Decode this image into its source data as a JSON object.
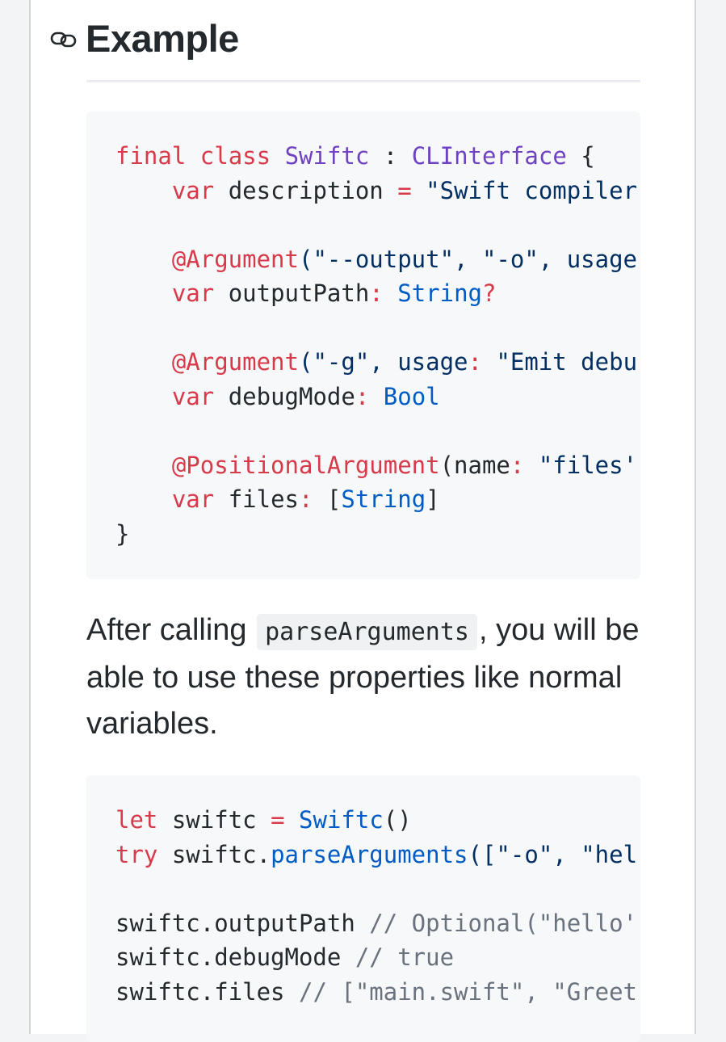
{
  "heading": {
    "title": "Example",
    "anchor_icon": "link-icon"
  },
  "code_block_1": {
    "lines": [
      [
        {
          "t": "final",
          "c": "kw"
        },
        {
          "t": " ",
          "c": "plain"
        },
        {
          "t": "class",
          "c": "kw"
        },
        {
          "t": " ",
          "c": "plain"
        },
        {
          "t": "Swiftc",
          "c": "ty"
        },
        {
          "t": " : ",
          "c": "plain"
        },
        {
          "t": "CLInterface",
          "c": "ty"
        },
        {
          "t": " {",
          "c": "plain"
        }
      ],
      [
        {
          "t": "    ",
          "c": "plain"
        },
        {
          "t": "var",
          "c": "kw"
        },
        {
          "t": " description ",
          "c": "plain"
        },
        {
          "t": "=",
          "c": "op"
        },
        {
          "t": " \"Swift compiler",
          "c": "str"
        }
      ],
      [],
      [
        {
          "t": "    ",
          "c": "plain"
        },
        {
          "t": "@Argument",
          "c": "kw"
        },
        {
          "t": "(\"--output\", \"-o\", usage",
          "c": "str"
        }
      ],
      [
        {
          "t": "    ",
          "c": "plain"
        },
        {
          "t": "var",
          "c": "kw"
        },
        {
          "t": " outputPath",
          "c": "plain"
        },
        {
          "t": ":",
          "c": "op"
        },
        {
          "t": " ",
          "c": "plain"
        },
        {
          "t": "String",
          "c": "ty2"
        },
        {
          "t": "?",
          "c": "op"
        }
      ],
      [],
      [
        {
          "t": "    ",
          "c": "plain"
        },
        {
          "t": "@Argument",
          "c": "kw"
        },
        {
          "t": "(\"-g\", usage",
          "c": "str"
        },
        {
          "t": ":",
          "c": "op"
        },
        {
          "t": " \"Emit debu",
          "c": "str"
        }
      ],
      [
        {
          "t": "    ",
          "c": "plain"
        },
        {
          "t": "var",
          "c": "kw"
        },
        {
          "t": " debugMode",
          "c": "plain"
        },
        {
          "t": ":",
          "c": "op"
        },
        {
          "t": " ",
          "c": "plain"
        },
        {
          "t": "Bool",
          "c": "ty2"
        }
      ],
      [],
      [
        {
          "t": "    ",
          "c": "plain"
        },
        {
          "t": "@PositionalArgument",
          "c": "kw"
        },
        {
          "t": "(name",
          "c": "plain"
        },
        {
          "t": ":",
          "c": "op"
        },
        {
          "t": " \"files'",
          "c": "str"
        }
      ],
      [
        {
          "t": "    ",
          "c": "plain"
        },
        {
          "t": "var",
          "c": "kw"
        },
        {
          "t": " files",
          "c": "plain"
        },
        {
          "t": ":",
          "c": "op"
        },
        {
          "t": " [",
          "c": "plain"
        },
        {
          "t": "String",
          "c": "ty2"
        },
        {
          "t": "]",
          "c": "plain"
        }
      ],
      [
        {
          "t": "}",
          "c": "plain"
        }
      ]
    ]
  },
  "paragraph": {
    "before": "After calling ",
    "code": "parseArguments",
    "after": ", you will be able to use these properties like normal variables."
  },
  "code_block_2": {
    "lines": [
      [
        {
          "t": "let",
          "c": "kw"
        },
        {
          "t": " swiftc ",
          "c": "plain"
        },
        {
          "t": "=",
          "c": "op"
        },
        {
          "t": " ",
          "c": "plain"
        },
        {
          "t": "Swiftc",
          "c": "fn"
        },
        {
          "t": "()",
          "c": "plain"
        }
      ],
      [
        {
          "t": "try",
          "c": "kw"
        },
        {
          "t": " swiftc.",
          "c": "plain"
        },
        {
          "t": "parseArguments",
          "c": "fn"
        },
        {
          "t": "([\"-o\", \"hel",
          "c": "str"
        }
      ],
      [],
      [
        {
          "t": "swiftc.outputPath ",
          "c": "plain"
        },
        {
          "t": "// Optional(\"hello'",
          "c": "com"
        }
      ],
      [
        {
          "t": "swiftc.debugMode ",
          "c": "plain"
        },
        {
          "t": "// true",
          "c": "com"
        }
      ],
      [
        {
          "t": "swiftc.files ",
          "c": "plain"
        },
        {
          "t": "// [\"main.swift\", \"Greet",
          "c": "com"
        }
      ]
    ]
  },
  "colors": {
    "keyword": "#d73a49",
    "type": "#6f42c1",
    "builtin_type": "#005cc5",
    "string": "#032f62",
    "comment": "#6a737d",
    "text": "#24292e",
    "code_background": "#f6f8fa"
  }
}
